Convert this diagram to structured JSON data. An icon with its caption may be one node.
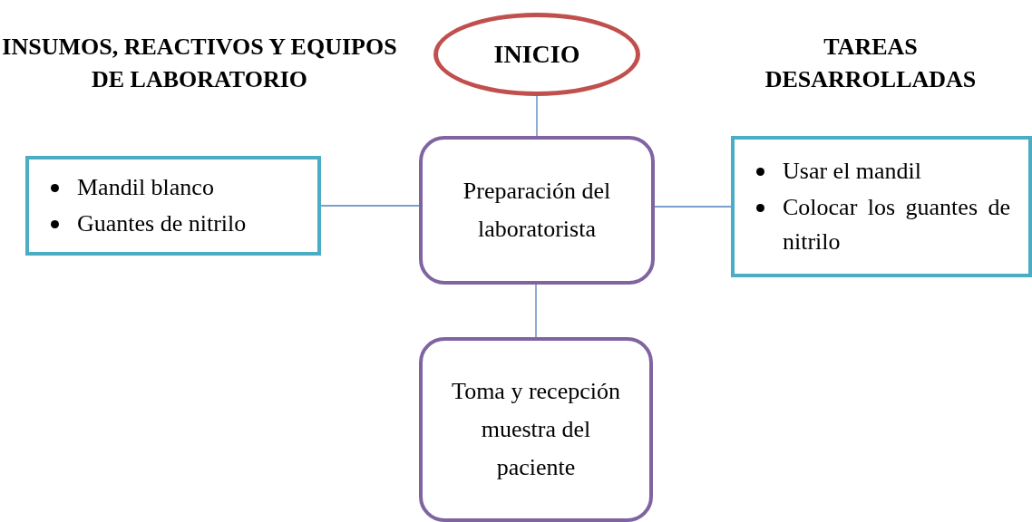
{
  "diagram": {
    "nodes": [
      {
        "text": [
          "INICIO"
        ]
      },
      {
        "text": [
          "Mandil blanco",
          "Guantes de nitrilo"
        ]
      },
      {
        "text": [
          "Preparación del laboratorista"
        ]
      },
      {
        "text": [
          "Usar el mandil",
          "Colocar los guantes de nitrilo"
        ]
      },
      {
        "text": [
          "Toma y recepción muestra del paciente"
        ]
      }
    ],
    "edges": [
      {
        "from": 0,
        "to": 2,
        "arrow": "none"
      },
      {
        "from": 1,
        "to": 2,
        "arrow": "none"
      },
      {
        "from": 2,
        "to": 3,
        "arrow": "none"
      },
      {
        "from": 2,
        "to": 4,
        "arrow": "none"
      }
    ],
    "labels": [
      "INSUMOS, REACTIVOS Y EQUIPOS DE LABORATORIO",
      "TAREAS DESARROLLADAS"
    ]
  }
}
